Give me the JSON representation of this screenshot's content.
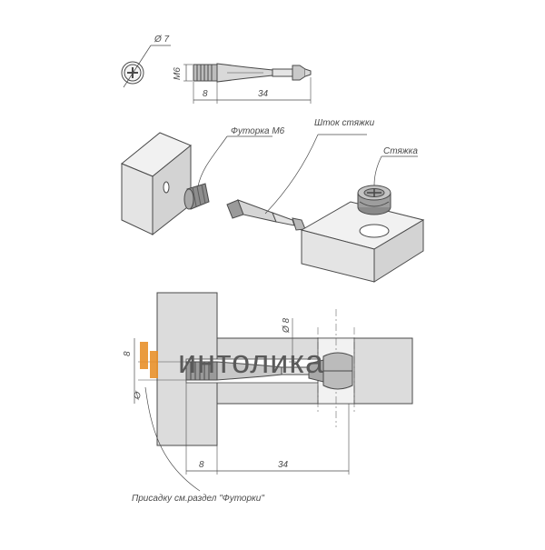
{
  "top": {
    "diameter_label": "Ø 7",
    "thread_label": "M6",
    "dim_left": "8",
    "dim_right": "34"
  },
  "exploded": {
    "label_sleeve": "Футорка М6",
    "label_rod": "Шток стяжки",
    "label_cam": "Стяжка"
  },
  "section": {
    "dim_vertical_left": "8",
    "dim_vertical_phi": "Ø",
    "dim_vertical_right": "Ø 8",
    "dim_left": "8",
    "dim_right": "34",
    "note": "Присадку см.раздел \"Футорки\""
  },
  "watermark": {
    "text": "интолика"
  },
  "colors": {
    "line": "#4a4a4a",
    "block_front": "#e4e4e4",
    "block_top": "#f1f1f1",
    "block_side": "#cfcfcf",
    "section_fill": "#dcdcdc",
    "metal": "#9a9a9a",
    "watermark_accent": "#e8902a"
  }
}
